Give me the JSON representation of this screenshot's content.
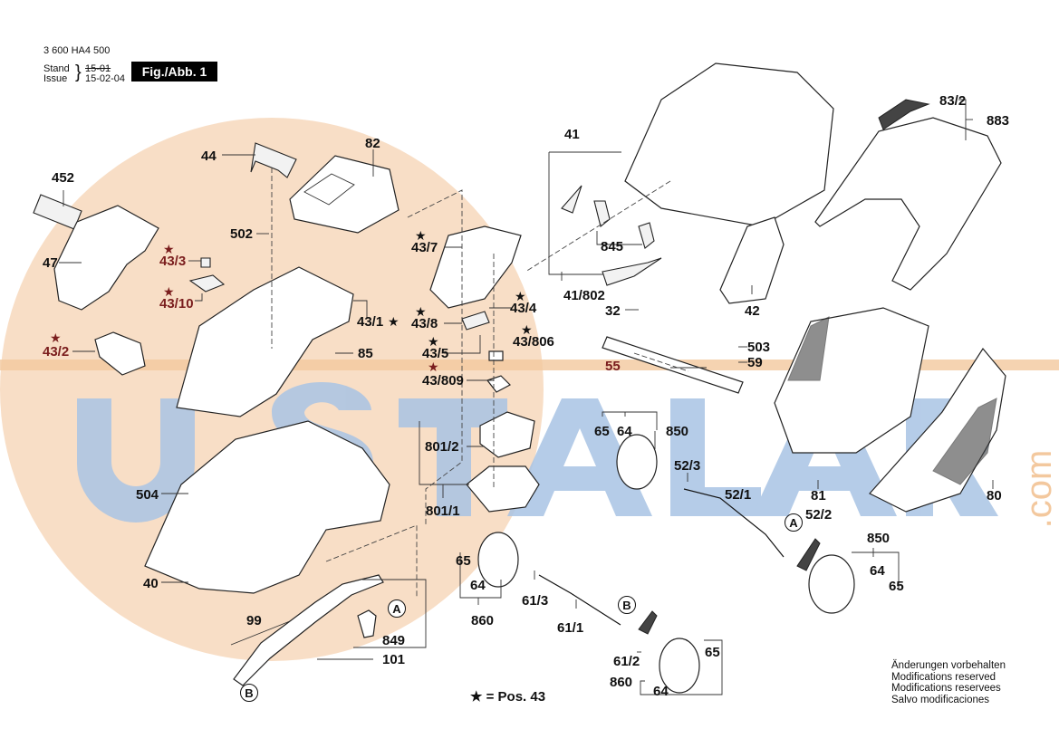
{
  "header": {
    "doc_number": "3 600 HA4 500",
    "stand_label": "Stand",
    "issue_label": "Issue",
    "stand_date_struck": "15-01",
    "issue_date": "15-02-04",
    "figure_label": "Fig./Abb. 1"
  },
  "watermark": {
    "text": "USTALAR",
    "suffix": ".com",
    "colors": {
      "letters": "#a9c4e4",
      "circle": "#f6d3b3",
      "stripe": "#f3c89e"
    }
  },
  "legend": {
    "star_symbol": "★",
    "text": "= Pos. 43"
  },
  "notes": [
    "Änderungen vorbehalten",
    "Modifications reserved",
    "Modifications reservees",
    "Salvo modificaciones"
  ],
  "callouts": {
    "A": "A",
    "B": "B"
  },
  "parts": {
    "p452": "452",
    "p47": "47",
    "p43_3": "43/3",
    "p43_10": "43/10",
    "p43_2": "43/2",
    "p44": "44",
    "p82": "82",
    "p502": "502",
    "p43_1": "43/1",
    "p85": "85",
    "p504": "504",
    "p40": "40",
    "p99": "99",
    "p849": "849",
    "p101": "101",
    "p43_7": "43/7",
    "p43_4": "43/4",
    "p43_8": "43/8",
    "p43_5": "43/5",
    "p43_806": "43/806",
    "p43_809": "43/809",
    "p801_2": "801/2",
    "p801_1": "801/1",
    "p65a": "65",
    "p64a": "64",
    "p860a": "860",
    "p61_3": "61/3",
    "p61_1": "61/1",
    "p61_2": "61/2",
    "p860b": "860",
    "p64b": "64",
    "p65b": "65",
    "p41": "41",
    "p845": "845",
    "p41_802": "41/802",
    "p32": "32",
    "p42": "42",
    "p55": "55",
    "p503": "503",
    "p59": "59",
    "p65c": "65",
    "p64c": "64",
    "p850a": "850",
    "p52_3": "52/3",
    "p52_1": "52/1",
    "p52_2": "52/2",
    "p850b": "850",
    "p64d": "64",
    "p65d": "65",
    "p83_2": "83/2",
    "p883": "883",
    "p81": "81",
    "p80": "80"
  },
  "star": "★"
}
